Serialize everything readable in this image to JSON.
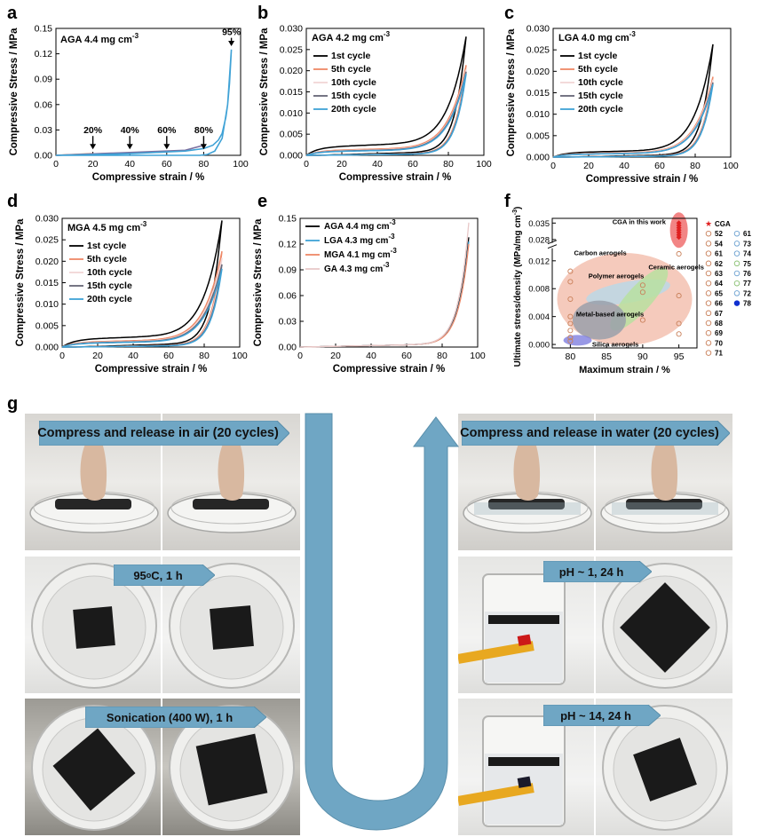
{
  "panel_labels": [
    "a",
    "b",
    "c",
    "d",
    "e",
    "f",
    "g"
  ],
  "chart_data": [
    {
      "id": "a",
      "type": "line",
      "annotation": "AGA 4.4 mg cm",
      "annotation_sup": "-3",
      "xlabel": "Compressive strain / %",
      "ylabel": "Compressive Stress / MPa",
      "xlim": [
        0,
        100
      ],
      "ylim": [
        0,
        0.15
      ],
      "xticks": [
        "0",
        "20",
        "40",
        "60",
        "80",
        "100"
      ],
      "yticks": [
        "0.00",
        "0.03",
        "0.06",
        "0.09",
        "0.12",
        "0.15"
      ],
      "strain_markers": [
        {
          "label": "20%",
          "x": 20
        },
        {
          "label": "40%",
          "x": 40
        },
        {
          "label": "60%",
          "x": 60
        },
        {
          "label": "80%",
          "x": 80
        },
        {
          "label": "95%",
          "x": 95
        }
      ],
      "series": [
        {
          "color": "#e48a5a",
          "x": [
            0,
            20
          ],
          "y": [
            0,
            0.002
          ]
        },
        {
          "color": "#d9a0a0",
          "x": [
            0,
            40
          ],
          "y": [
            0,
            0.003
          ]
        },
        {
          "color": "#9a9a9a",
          "x": [
            0,
            60
          ],
          "y": [
            0,
            0.004
          ]
        },
        {
          "color": "#7a6fa0",
          "x": [
            0,
            70,
            80
          ],
          "y": [
            0,
            0.006,
            0.012
          ]
        },
        {
          "color": "#3fa2d6",
          "x": [
            0,
            40,
            70,
            80,
            85,
            88,
            90,
            92,
            93,
            94,
            95,
            93,
            90,
            86,
            82,
            78,
            70,
            40,
            0
          ],
          "y": [
            0,
            0.002,
            0.005,
            0.008,
            0.012,
            0.018,
            0.026,
            0.045,
            0.06,
            0.085,
            0.125,
            0.06,
            0.02,
            0.005,
            0.001,
            0.0,
            0.0,
            0.0,
            0.0
          ]
        }
      ]
    },
    {
      "id": "b",
      "type": "line",
      "annotation": "AGA 4.2 mg cm",
      "annotation_sup": "-3",
      "xlabel": "Compressive strain / %",
      "ylabel": "Compressive Stress / MPa",
      "xlim": [
        0,
        100
      ],
      "ylim": [
        0,
        0.03
      ],
      "xticks": [
        "0",
        "20",
        "40",
        "60",
        "80",
        "100"
      ],
      "yticks": [
        "0.000",
        "0.005",
        "0.010",
        "0.015",
        "0.020",
        "0.025",
        "0.030"
      ],
      "legend": [
        "1st cycle",
        "5th cycle",
        "10th cycle",
        "15th cycle",
        "20th cycle"
      ],
      "series": [
        {
          "name": "1st cycle",
          "color": "#000000",
          "peak": 0.0275,
          "plateau": 0.0027,
          "unload": 0.001
        },
        {
          "name": "5th cycle",
          "color": "#ee8866",
          "peak": 0.021,
          "plateau": 0.0016,
          "unload": 0.0006
        },
        {
          "name": "10th cycle",
          "color": "#f2d6d6",
          "peak": 0.02,
          "plateau": 0.0014,
          "unload": 0.0005
        },
        {
          "name": "15th cycle",
          "color": "#666677",
          "peak": 0.0195,
          "plateau": 0.0013,
          "unload": 0.0005
        },
        {
          "name": "20th cycle",
          "color": "#3fa2d6",
          "peak": 0.019,
          "plateau": 0.0012,
          "unload": 0.0004
        }
      ]
    },
    {
      "id": "c",
      "type": "line",
      "annotation": "LGA 4.0 mg cm",
      "annotation_sup": "-3",
      "xlabel": "Compressive strain / %",
      "ylabel": "Compressive Stress / MPa",
      "xlim": [
        0,
        100
      ],
      "ylim": [
        0,
        0.03
      ],
      "xticks": [
        "0",
        "20",
        "40",
        "60",
        "80",
        "100"
      ],
      "yticks": [
        "0.000",
        "0.005",
        "0.010",
        "0.015",
        "0.020",
        "0.025",
        "0.030"
      ],
      "legend": [
        "1st cycle",
        "5th cycle",
        "10th cycle",
        "15th cycle",
        "20th cycle"
      ],
      "series": [
        {
          "name": "1st cycle",
          "color": "#000000",
          "peak": 0.026,
          "plateau": 0.0015,
          "unload": 0.0007
        },
        {
          "name": "5th cycle",
          "color": "#ee8866",
          "peak": 0.0185,
          "plateau": 0.0011,
          "unload": 0.0005
        },
        {
          "name": "10th cycle",
          "color": "#f2d6d6",
          "peak": 0.0178,
          "plateau": 0.001,
          "unload": 0.0004
        },
        {
          "name": "15th cycle",
          "color": "#666677",
          "peak": 0.0172,
          "plateau": 0.0009,
          "unload": 0.0004
        },
        {
          "name": "20th cycle",
          "color": "#3fa2d6",
          "peak": 0.0168,
          "plateau": 0.0009,
          "unload": 0.0003
        }
      ]
    },
    {
      "id": "d",
      "type": "line",
      "annotation": "MGA 4.5 mg cm",
      "annotation_sup": "-3",
      "xlabel": "Compressive strain / %",
      "ylabel": "Compressive Stress / MPa",
      "xlim": [
        0,
        100
      ],
      "ylim": [
        0,
        0.03
      ],
      "xticks": [
        "0",
        "20",
        "40",
        "60",
        "80",
        "100"
      ],
      "yticks": [
        "0.000",
        "0.005",
        "0.010",
        "0.015",
        "0.020",
        "0.025",
        "0.030"
      ],
      "legend": [
        "1st cycle",
        "5th cycle",
        "10th cycle",
        "15th cycle",
        "20th cycle"
      ],
      "series": [
        {
          "name": "1st cycle",
          "color": "#000000",
          "peak": 0.029,
          "plateau": 0.0025,
          "unload": 0.001
        },
        {
          "name": "5th cycle",
          "color": "#ee8866",
          "peak": 0.022,
          "plateau": 0.0016,
          "unload": 0.0006
        },
        {
          "name": "10th cycle",
          "color": "#f2d6d6",
          "peak": 0.0205,
          "plateau": 0.0014,
          "unload": 0.0005
        },
        {
          "name": "15th cycle",
          "color": "#666677",
          "peak": 0.019,
          "plateau": 0.0013,
          "unload": 0.0005
        },
        {
          "name": "20th cycle",
          "color": "#3fa2d6",
          "peak": 0.018,
          "plateau": 0.0012,
          "unload": 0.0004
        }
      ]
    },
    {
      "id": "e",
      "type": "line",
      "xlabel": "Compressive strain / %",
      "ylabel": "Compressive Stress / MPa",
      "xlim": [
        0,
        100
      ],
      "ylim": [
        0,
        0.15
      ],
      "xticks": [
        "0",
        "20",
        "40",
        "60",
        "80",
        "100"
      ],
      "yticks": [
        "0.00",
        "0.03",
        "0.06",
        "0.09",
        "0.12",
        "0.15"
      ],
      "legend": [
        "AGA 4.4 mg cm",
        "LGA 4.3 mg cm",
        "MGA 4.1 mg cm",
        "GA 4.3 mg cm"
      ],
      "legend_sup": "-3",
      "series": [
        {
          "name": "AGA 4.4 mg cm",
          "color": "#000000",
          "peak": 0.128
        },
        {
          "name": "LGA 4.3 mg cm",
          "color": "#3fa2d6",
          "peak": 0.123
        },
        {
          "name": "MGA 4.1 mg cm",
          "color": "#ee8866",
          "peak": 0.12
        },
        {
          "name": "GA 4.3 mg cm",
          "color": "#e8c8c8",
          "peak": 0.145
        }
      ]
    },
    {
      "id": "f",
      "type": "scatter",
      "xlabel": "Maximum strain / %",
      "ylabel": "Ultimate stress/density (MPa/mg cm",
      "ylabel_sup": "-3",
      "ylabel_end": ")",
      "xticks": [
        "80",
        "85",
        "90",
        "95"
      ],
      "yticks_lower": [
        "0.000",
        "0.004",
        "0.008",
        "0.012"
      ],
      "yticks_upper": [
        "0.028",
        "0.035"
      ],
      "regions": [
        "Carbon aerogels",
        "Polymer aerogels",
        "Ceramic aerogels",
        "Metal-based aerogels",
        "Silica aerogels"
      ],
      "highlight": "CGA in this work",
      "legend_col1": [
        "CGA",
        "52",
        "54",
        "61",
        "62",
        "63",
        "64",
        "65",
        "66",
        "67",
        "68",
        "69",
        "70",
        "71"
      ],
      "legend_col2": [
        "61",
        "73",
        "74",
        "75",
        "76",
        "77",
        "72",
        "78"
      ]
    }
  ],
  "panel_g": {
    "steps": [
      {
        "label": "Compress and release in air (20 cycles)"
      },
      {
        "label": "95 oC, 1 h"
      },
      {
        "label": "Sonication (400 W), 1 h"
      },
      {
        "label": "Compress and release in water (20 cycles)"
      },
      {
        "label": "pH ~ 1, 24 h"
      },
      {
        "label": "pH ~ 14, 24 h"
      }
    ]
  }
}
